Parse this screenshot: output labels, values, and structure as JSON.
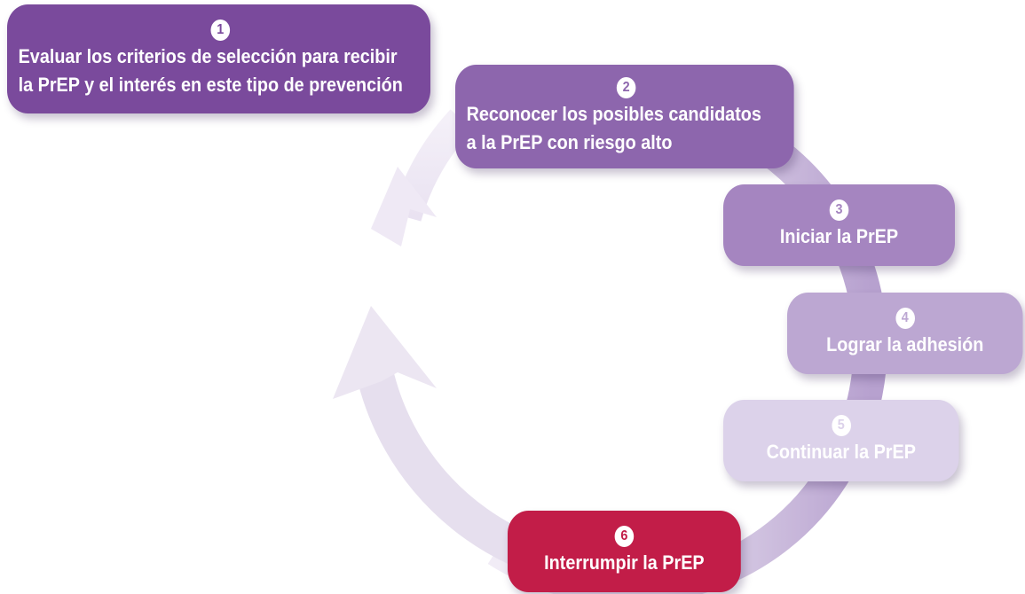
{
  "steps": [
    {
      "number": "1",
      "lines": [
        "Evaluar los criterios de selección para recibir",
        "la PrEP y el interés en este tipo de prevención"
      ],
      "color": "#7a4a9c"
    },
    {
      "number": "2",
      "lines": [
        "Reconocer los posibles candidatos",
        "a la PrEP con riesgo alto"
      ],
      "color": "#8d66ad"
    },
    {
      "number": "3",
      "lines": [
        "Iniciar la PrEP"
      ],
      "color": "#a585c0"
    },
    {
      "number": "4",
      "lines": [
        "Lograr la adhesión"
      ],
      "color": "#bca7d2"
    },
    {
      "number": "5",
      "lines": [
        "Continuar la PrEP"
      ],
      "color": "#dcd2ea"
    },
    {
      "number": "6",
      "lines": [
        "Interrumpir la PrEP"
      ],
      "color": "#c21d48"
    }
  ],
  "colors": {
    "ring_right": "#b7a1cf",
    "ring_left_fade": "#ece6f3",
    "arrowhead": "#ece6f2"
  }
}
